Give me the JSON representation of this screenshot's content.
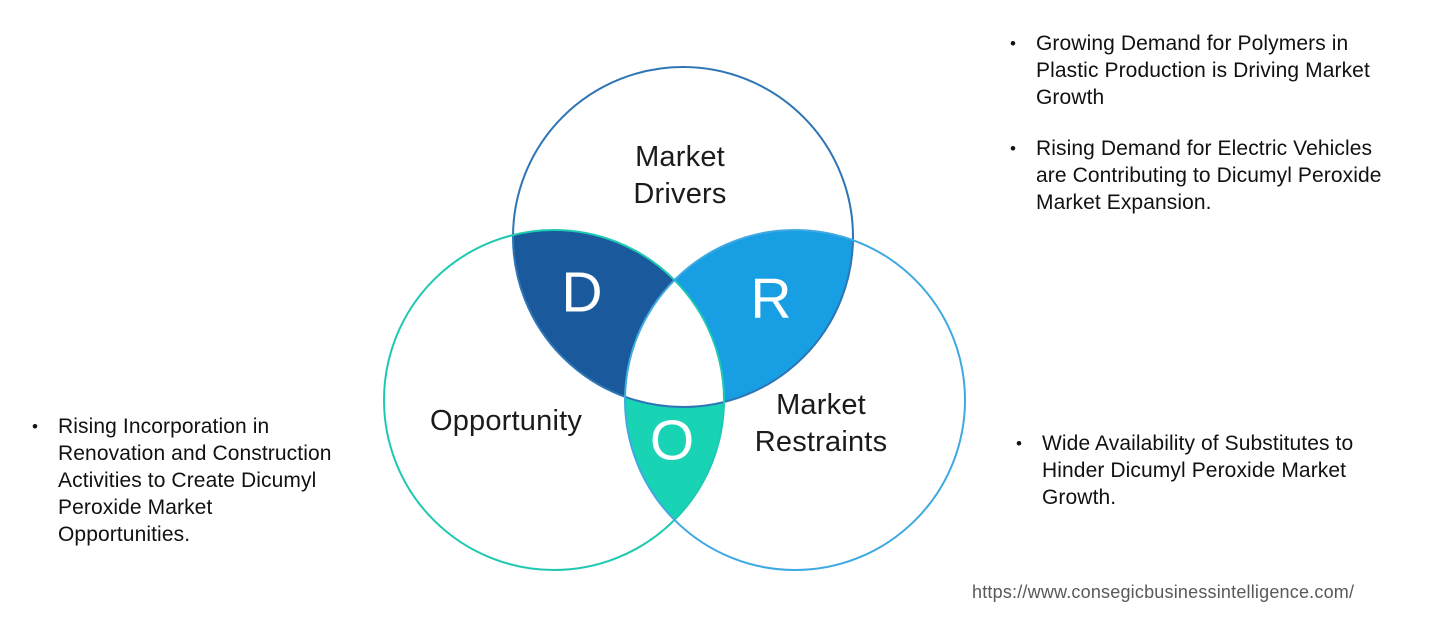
{
  "venn": {
    "circles": {
      "drivers": {
        "label": "Market\nDrivers",
        "stroke": "#2e75b6"
      },
      "opportunity": {
        "label": "Opportunity",
        "stroke": "#1fc9b1"
      },
      "restraints": {
        "label": "Market\nRestraints",
        "stroke": "#3fa9e1"
      }
    },
    "intersections": {
      "d": {
        "letter": "D",
        "fill": "#1a5a9c"
      },
      "r": {
        "letter": "R",
        "fill": "#189ee2"
      },
      "o": {
        "letter": "O",
        "fill": "#19d3b5"
      }
    },
    "center_fill": "#ffffff",
    "letter_color": "#ffffff"
  },
  "callouts": {
    "marker": "•",
    "drivers": [
      {
        "text": "Growing Demand for Polymers in\nPlastic Production is Driving Market\nGrowth"
      },
      {
        "text": "Rising Demand for Electric Vehicles\nare Contributing to Dicumyl Peroxide\nMarket Expansion."
      }
    ],
    "opportunity": [
      {
        "text": "Rising Incorporation in\nRenovation and Construction\nActivities to Create Dicumyl\nPeroxide Market\nOpportunities."
      }
    ],
    "restraints": [
      {
        "text": "Wide Availability of Substitutes to\nHinder Dicumyl Peroxide Market\nGrowth."
      }
    ]
  },
  "footer": {
    "url": "https://www.consegicbusinessintelligence.com/"
  }
}
